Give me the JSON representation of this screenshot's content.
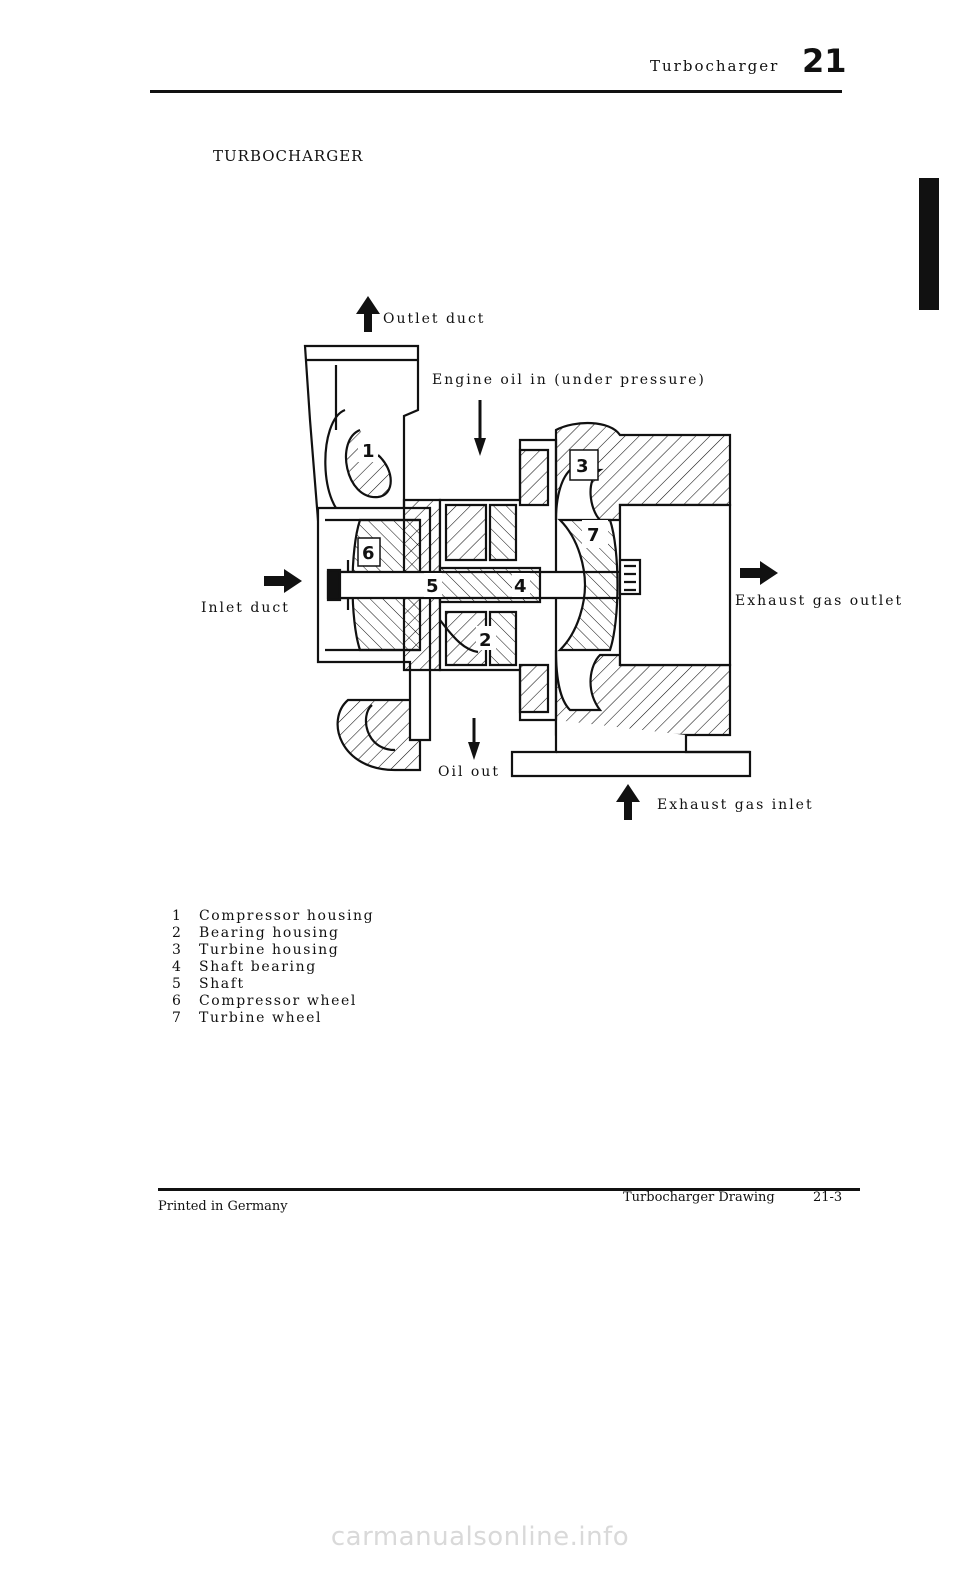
{
  "header": {
    "title": "Turbocharger",
    "chapter": "21"
  },
  "section_title": "TURBOCHARGER",
  "flow_labels": {
    "outlet_duct": "Outlet duct",
    "engine_oil_in": "Engine oil in (under pressure)",
    "inlet_duct": "Inlet duct",
    "exhaust_gas_outlet": "Exhaust gas outlet",
    "oil_out": "Oil out",
    "exhaust_gas_inlet": "Exhaust gas inlet"
  },
  "callouts": [
    "1",
    "2",
    "3",
    "4",
    "5",
    "6",
    "7"
  ],
  "legend": [
    {
      "num": "1",
      "label": "Compressor housing"
    },
    {
      "num": "2",
      "label": "Bearing housing"
    },
    {
      "num": "3",
      "label": "Turbine housing"
    },
    {
      "num": "4",
      "label": "Shaft bearing"
    },
    {
      "num": "5",
      "label": "Shaft"
    },
    {
      "num": "6",
      "label": "Compressor wheel"
    },
    {
      "num": "7",
      "label": "Turbine wheel"
    }
  ],
  "footer": {
    "left": "Printed in Germany",
    "middle": "Turbocharger Drawing",
    "page": "21-3"
  },
  "watermark": "carmanualsonline.info"
}
